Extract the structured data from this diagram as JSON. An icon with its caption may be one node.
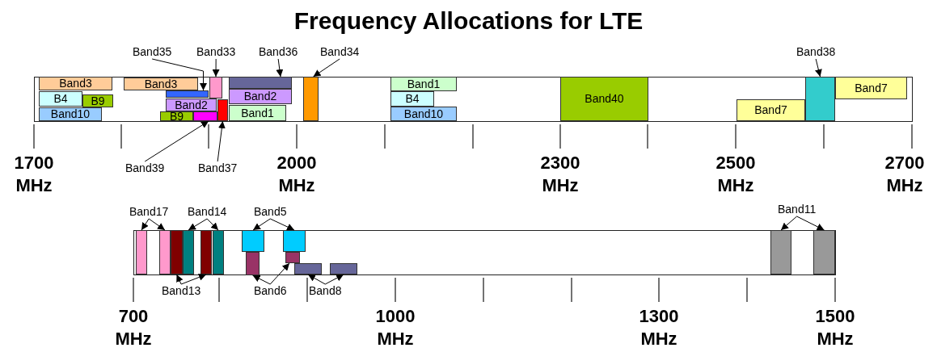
{
  "diagram": {
    "title": "Frequency Allocations for LTE",
    "nodes": [
      {
        "text": [],
        "shape": "box"
      },
      {
        "text": [
          "Band3"
        ],
        "in": 0
      },
      {
        "text": [
          "B4"
        ],
        "in": 0
      },
      {
        "text": [
          "B9"
        ],
        "in": 0
      },
      {
        "text": [
          "Band10"
        ],
        "in": 0
      },
      {
        "text": [
          "Band3"
        ],
        "in": 0
      },
      {
        "text": [],
        "shape": "bar",
        "in": 0
      },
      {
        "text": [
          "Band2"
        ],
        "in": 0
      },
      {
        "text": [
          "B9"
        ],
        "in": 0
      },
      {
        "text": [],
        "shape": "bar",
        "in": 0
      },
      {
        "text": [],
        "shape": "bar",
        "in": 0
      },
      {
        "text": [],
        "shape": "bar",
        "in": 0
      },
      {
        "text": [],
        "shape": "bar",
        "in": 0
      },
      {
        "text": [
          "Band2"
        ],
        "in": 0
      },
      {
        "text": [
          "Band1"
        ],
        "in": 0
      },
      {
        "text": [],
        "shape": "bar",
        "in": 0
      },
      {
        "text": [
          "Band1"
        ],
        "in": 0
      },
      {
        "text": [
          "B4"
        ],
        "in": 0
      },
      {
        "text": [
          "Band10"
        ],
        "in": 0
      },
      {
        "text": [
          "Band40"
        ],
        "in": 0
      },
      {
        "text": [
          "Band7"
        ],
        "in": 0
      },
      {
        "text": [],
        "shape": "bar",
        "in": 0
      },
      {
        "text": [
          "Band7"
        ],
        "in": 0
      },
      {
        "text": [
          "Band35"
        ]
      },
      {
        "text": [
          "Band33"
        ]
      },
      {
        "text": [
          "Band36"
        ]
      },
      {
        "text": [
          "Band34"
        ]
      },
      {
        "text": [
          "Band38"
        ]
      },
      {
        "text": [
          "Band39"
        ]
      },
      {
        "text": [
          "Band37"
        ]
      },
      {
        "text": [],
        "shape": "box"
      },
      {
        "text": [],
        "shape": "bar",
        "in": 30
      },
      {
        "text": [],
        "shape": "bar",
        "in": 30
      },
      {
        "text": [],
        "shape": "bar",
        "in": 30
      },
      {
        "text": [],
        "shape": "bar",
        "in": 30
      },
      {
        "text": [],
        "shape": "bar",
        "in": 30
      },
      {
        "text": [],
        "shape": "bar",
        "in": 30
      },
      {
        "text": [],
        "shape": "bar",
        "in": 30
      },
      {
        "text": [],
        "shape": "bar",
        "in": 30
      },
      {
        "text": [],
        "shape": "bar",
        "in": 30
      },
      {
        "text": [],
        "shape": "bar",
        "in": 30
      },
      {
        "text": [],
        "shape": "bar",
        "in": 30
      },
      {
        "text": [],
        "shape": "bar",
        "in": 30
      },
      {
        "text": [],
        "shape": "bar",
        "in": 30
      },
      {
        "text": [],
        "shape": "bar",
        "in": 30
      },
      {
        "text": [
          "Band17"
        ]
      },
      {
        "text": [
          "Band14"
        ]
      },
      {
        "text": [
          "Band5"
        ]
      },
      {
        "text": [
          "Band11"
        ]
      },
      {
        "text": [
          "Band13"
        ]
      },
      {
        "text": [
          "Band6"
        ]
      },
      {
        "text": [
          "Band8"
        ]
      }
    ],
    "edges": [
      {
        "from": 23,
        "to": 6,
        "arrow": "to"
      },
      {
        "from": 24,
        "to": 10,
        "arrow": "to"
      },
      {
        "from": 25,
        "to": 12,
        "arrow": "to"
      },
      {
        "from": 26,
        "to": 15,
        "arrow": "to"
      },
      {
        "from": 27,
        "to": 21,
        "arrow": "to"
      },
      {
        "from": 28,
        "to": 9,
        "arrow": "to"
      },
      {
        "from": 29,
        "to": 11,
        "arrow": "to"
      },
      {
        "from": 45,
        "to": 31,
        "arrow": "to"
      },
      {
        "from": 45,
        "to": 32,
        "arrow": "to"
      },
      {
        "from": 46,
        "to": 34,
        "arrow": "to"
      },
      {
        "from": 46,
        "to": 36,
        "arrow": "to"
      },
      {
        "from": 47,
        "to": 37,
        "arrow": "to"
      },
      {
        "from": 47,
        "to": 39,
        "arrow": "to"
      },
      {
        "from": 48,
        "to": 43,
        "arrow": "to"
      },
      {
        "from": 48,
        "to": 44,
        "arrow": "to"
      },
      {
        "from": 49,
        "to": 33,
        "arrow": "to"
      },
      {
        "from": 49,
        "to": 35,
        "arrow": "to"
      },
      {
        "from": 50,
        "to": 38,
        "arrow": "to"
      },
      {
        "from": 50,
        "to": 40,
        "arrow": "to"
      },
      {
        "from": 51,
        "to": 41,
        "arrow": "to"
      },
      {
        "from": 51,
        "to": 42,
        "arrow": "to"
      }
    ],
    "labels": [
      "1700 MHz",
      "2000 MHz",
      "2300 MHz",
      "2500 MHz",
      "2700 MHz",
      "700 MHz",
      "1000 MHz",
      "1300 MHz",
      "1500 MHz"
    ]
  }
}
